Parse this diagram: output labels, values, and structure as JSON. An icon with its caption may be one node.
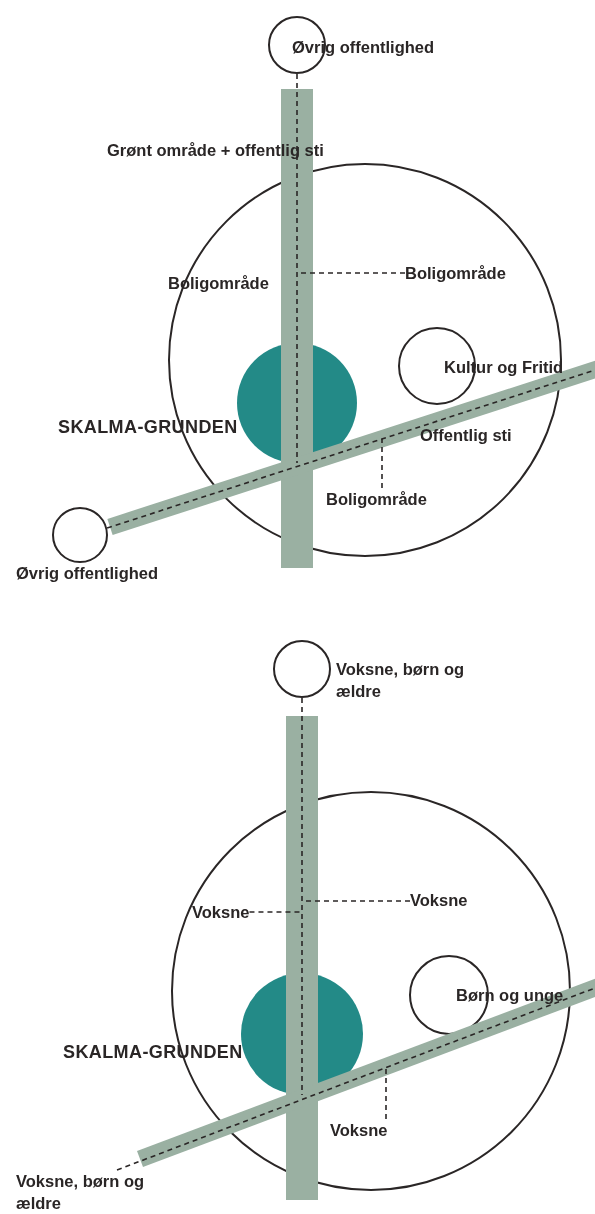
{
  "diagram": {
    "nodes": [
      {
        "text": [],
        "shape": "circle",
        "beside": [
          "Øvrig offentlighed"
        ]
      },
      {
        "text": [],
        "shape": "circle"
      },
      {
        "text": [],
        "shape": "circle",
        "in": 1,
        "beside": [
          "SKALMA-GRUNDEN"
        ]
      },
      {
        "text": [],
        "shape": "circle",
        "in": 1,
        "beside": [
          "Kultur og Fritid"
        ]
      },
      {
        "text": [],
        "shape": "circle",
        "beside": [
          "Øvrig offentlighed"
        ]
      },
      {
        "text": [
          "Boligområde"
        ],
        "in": 1
      },
      {
        "text": [
          "Boligområde"
        ],
        "in": 1
      },
      {
        "text": [],
        "shape": "circle",
        "beside": [
          "Voksne, børn og ældre"
        ]
      },
      {
        "text": [],
        "shape": "circle"
      },
      {
        "text": [],
        "shape": "circle",
        "in": 8,
        "beside": [
          "SKALMA-GRUNDEN"
        ]
      },
      {
        "text": [],
        "shape": "circle",
        "in": 8,
        "beside": [
          "Børn og unge"
        ]
      },
      {
        "text": [
          "Voksne"
        ],
        "in": 8
      },
      {
        "text": [
          "Voksne"
        ],
        "in": 8
      },
      {
        "text": [
          "Voksne"
        ],
        "in": 8
      },
      {
        "text": [
          "Voksne, børn og ældre"
        ]
      }
    ],
    "edges": [
      {
        "from": 0,
        "to": 2,
        "arrow": "none",
        "style": "dashed"
      },
      {
        "from": 4,
        "to": null,
        "arrow": "none",
        "style": "dashed"
      },
      {
        "from": 5,
        "to": null,
        "arrow": "none",
        "style": "dashed"
      },
      {
        "from": 6,
        "to": null,
        "arrow": "none",
        "style": "dashed"
      },
      {
        "from": 7,
        "to": 9,
        "arrow": "none",
        "style": "dashed"
      },
      {
        "from": 14,
        "to": null,
        "arrow": "none",
        "style": "dashed"
      },
      {
        "from": 11,
        "to": null,
        "arrow": "none",
        "style": "dashed"
      },
      {
        "from": 12,
        "to": null,
        "arrow": "none",
        "style": "dashed"
      },
      {
        "from": 13,
        "to": null,
        "arrow": "none",
        "style": "dashed"
      }
    ],
    "labels": [
      "Grønt område + offentlig sti",
      "Boligområde",
      "Offentlig sti"
    ]
  }
}
